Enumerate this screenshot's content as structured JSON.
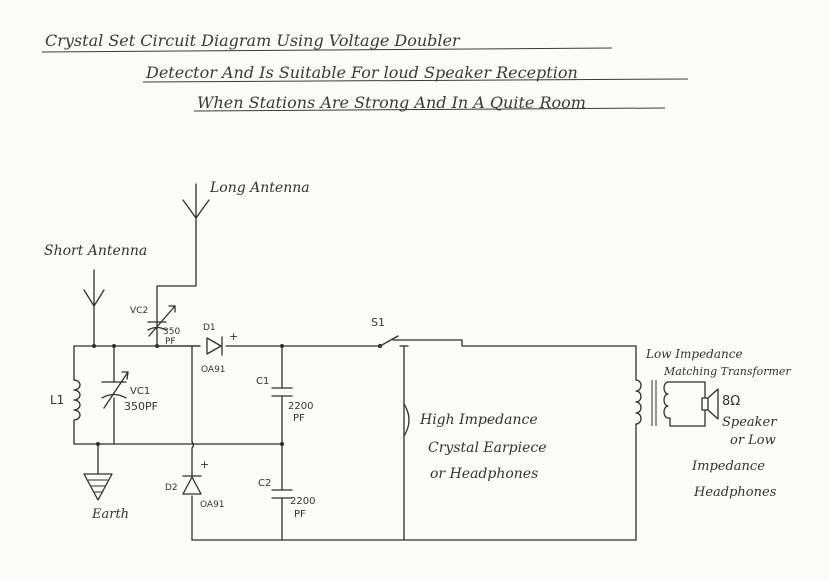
{
  "title": {
    "line1": "Crystal Set Circuit Diagram Using Voltage Doubler",
    "line2": "Detector And Is Suitable For loud Speaker Reception",
    "line3": "When Stations Are Strong And In A Quite Room"
  },
  "labels": {
    "long_antenna": "Long Antenna",
    "short_antenna": "Short Antenna",
    "earth": "Earth",
    "l1": "L1",
    "vc1": "VC1",
    "vc1_value": "350PF",
    "vc2": "VC2",
    "vc2_value_1": "350",
    "vc2_value_2": "PF",
    "d1": "D1",
    "d1_type": "OA91",
    "d1_polarity": "+",
    "d2": "D2",
    "d2_type": "OA91",
    "d2_polarity": "+",
    "c1": "C1",
    "c1_value_1": "2200",
    "c1_value_2": "PF",
    "c2": "C2",
    "c2_value_1": "2200",
    "c2_value_2": "PF",
    "s1": "S1",
    "high_imp_1": "High Impedance",
    "high_imp_2": "Crystal Earpiece",
    "high_imp_3": "or Headphones",
    "low_imp_1": "Low Impedance",
    "low_imp_2": "Matching Transformer",
    "speaker_ohms": "8Ω",
    "speaker_1": "Speaker",
    "speaker_2": "or Low",
    "speaker_3": "Impedance",
    "speaker_4": "Headphones"
  }
}
